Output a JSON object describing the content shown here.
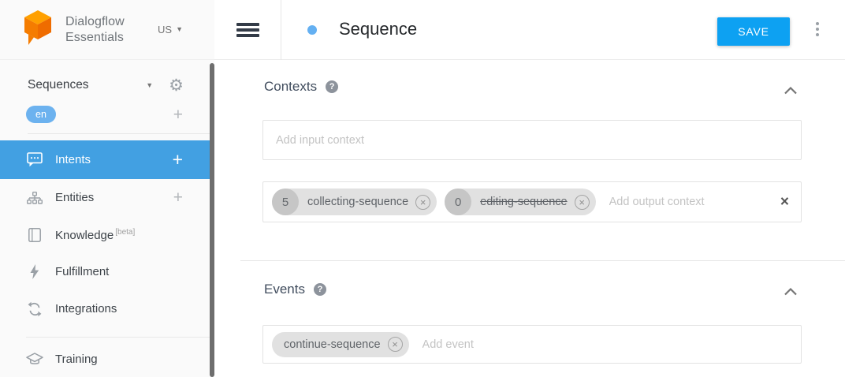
{
  "brand": {
    "line1": "Dialogflow",
    "line2": "Essentials",
    "region": "US"
  },
  "sidebar": {
    "agent_name": "Sequences",
    "language": "en",
    "items": [
      {
        "label": "Intents"
      },
      {
        "label": "Entities"
      },
      {
        "label": "Knowledge",
        "badge": "[beta]"
      },
      {
        "label": "Fulfillment"
      },
      {
        "label": "Integrations"
      },
      {
        "label": "Training"
      }
    ]
  },
  "header": {
    "title": "Sequence",
    "save_label": "SAVE"
  },
  "contexts": {
    "title": "Contexts",
    "input_placeholder": "Add input context",
    "output_placeholder": "Add output context",
    "chips": [
      {
        "count": "5",
        "label": "collecting-sequence"
      },
      {
        "count": "0",
        "label": "editing-sequence"
      }
    ]
  },
  "events": {
    "title": "Events",
    "placeholder": "Add event",
    "chips": [
      {
        "label": "continue-sequence"
      }
    ]
  },
  "colors": {
    "save_blue": "#0da1f2",
    "active_item_blue": "#42a0e2",
    "language_badge_blue": "#6cb2ef",
    "title_dot_blue": "#64b0f2",
    "logo_orange": "#F57C00"
  }
}
